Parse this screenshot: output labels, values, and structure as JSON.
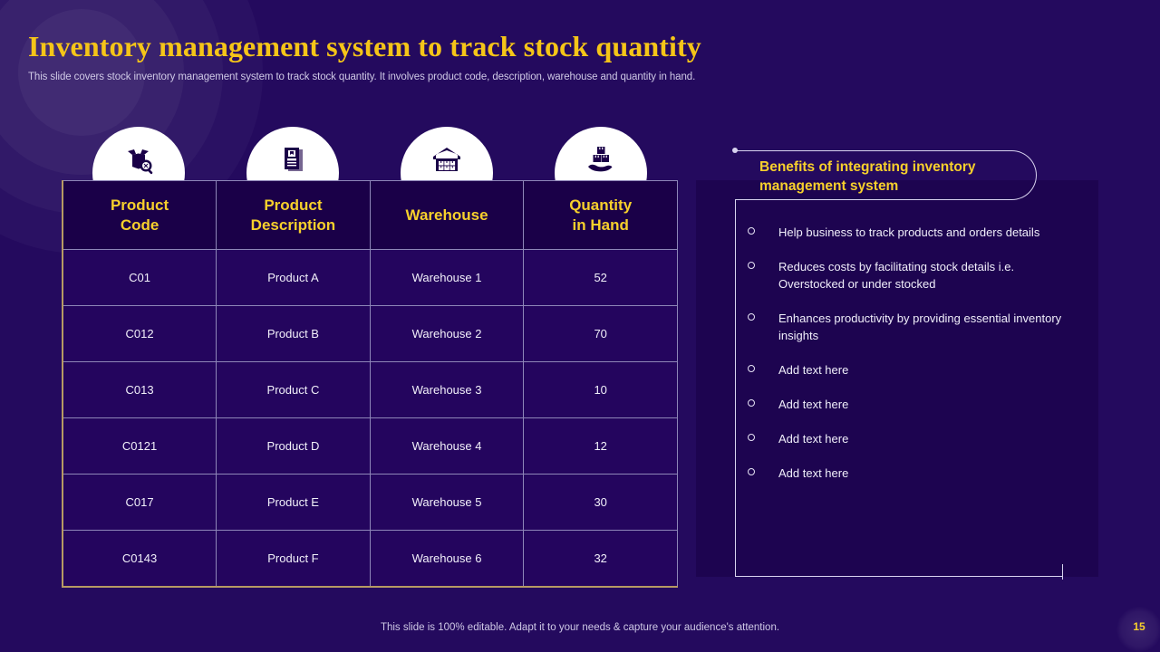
{
  "slide": {
    "title": "Inventory management system to track stock quantity",
    "subtitle": "This slide covers stock inventory management system to track stock quantity. It involves product code, description, warehouse and quantity in hand.",
    "footer_note": "This slide is 100% editable. Adapt it to your needs & capture your audience's attention.",
    "page_number": "15",
    "colors": {
      "background": "#240a5e",
      "accent_gold": "#f7d02c",
      "title_gold": "#f5c518",
      "table_header_bg": "#1a0048",
      "table_row_bg": "#24055e",
      "table_outline_gold": "#b79a63",
      "grid_line": "#8e86b8",
      "panel_bg": "#1d0450",
      "text_light": "#f0eefa"
    }
  },
  "icons": [
    {
      "name": "box-search-icon",
      "label": "Product Code"
    },
    {
      "name": "document-list-icon",
      "label": "Product Description"
    },
    {
      "name": "warehouse-icon",
      "label": "Warehouse"
    },
    {
      "name": "hand-boxes-icon",
      "label": "Quantity in Hand"
    }
  ],
  "table": {
    "headers": [
      {
        "line1": "Product",
        "line2": "Code"
      },
      {
        "line1": "Product",
        "line2": "Description"
      },
      {
        "line1": "Warehouse",
        "line2": ""
      },
      {
        "line1": "Quantity",
        "line2": "in Hand"
      }
    ],
    "rows": [
      {
        "code": "C01",
        "description": "Product A",
        "warehouse": "Warehouse 1",
        "quantity": "52"
      },
      {
        "code": "C012",
        "description": "Product B",
        "warehouse": "Warehouse 2",
        "quantity": "70"
      },
      {
        "code": "C013",
        "description": "Product C",
        "warehouse": "Warehouse 3",
        "quantity": "10"
      },
      {
        "code": "C0121",
        "description": "Product D",
        "warehouse": "Warehouse 4",
        "quantity": "12"
      },
      {
        "code": "C017",
        "description": "Product E",
        "warehouse": "Warehouse 5",
        "quantity": "30"
      },
      {
        "code": "C0143",
        "description": "Product F",
        "warehouse": "Warehouse 6",
        "quantity": "32"
      }
    ]
  },
  "panel": {
    "title": "Benefits of integrating inventory management system",
    "bullets": [
      "Help business to track products and orders details",
      "Reduces costs by facilitating stock details i.e. Overstocked or under stocked",
      "Enhances productivity by providing essential inventory insights",
      "Add text here",
      "Add text here",
      "Add text here",
      "Add text here"
    ]
  }
}
